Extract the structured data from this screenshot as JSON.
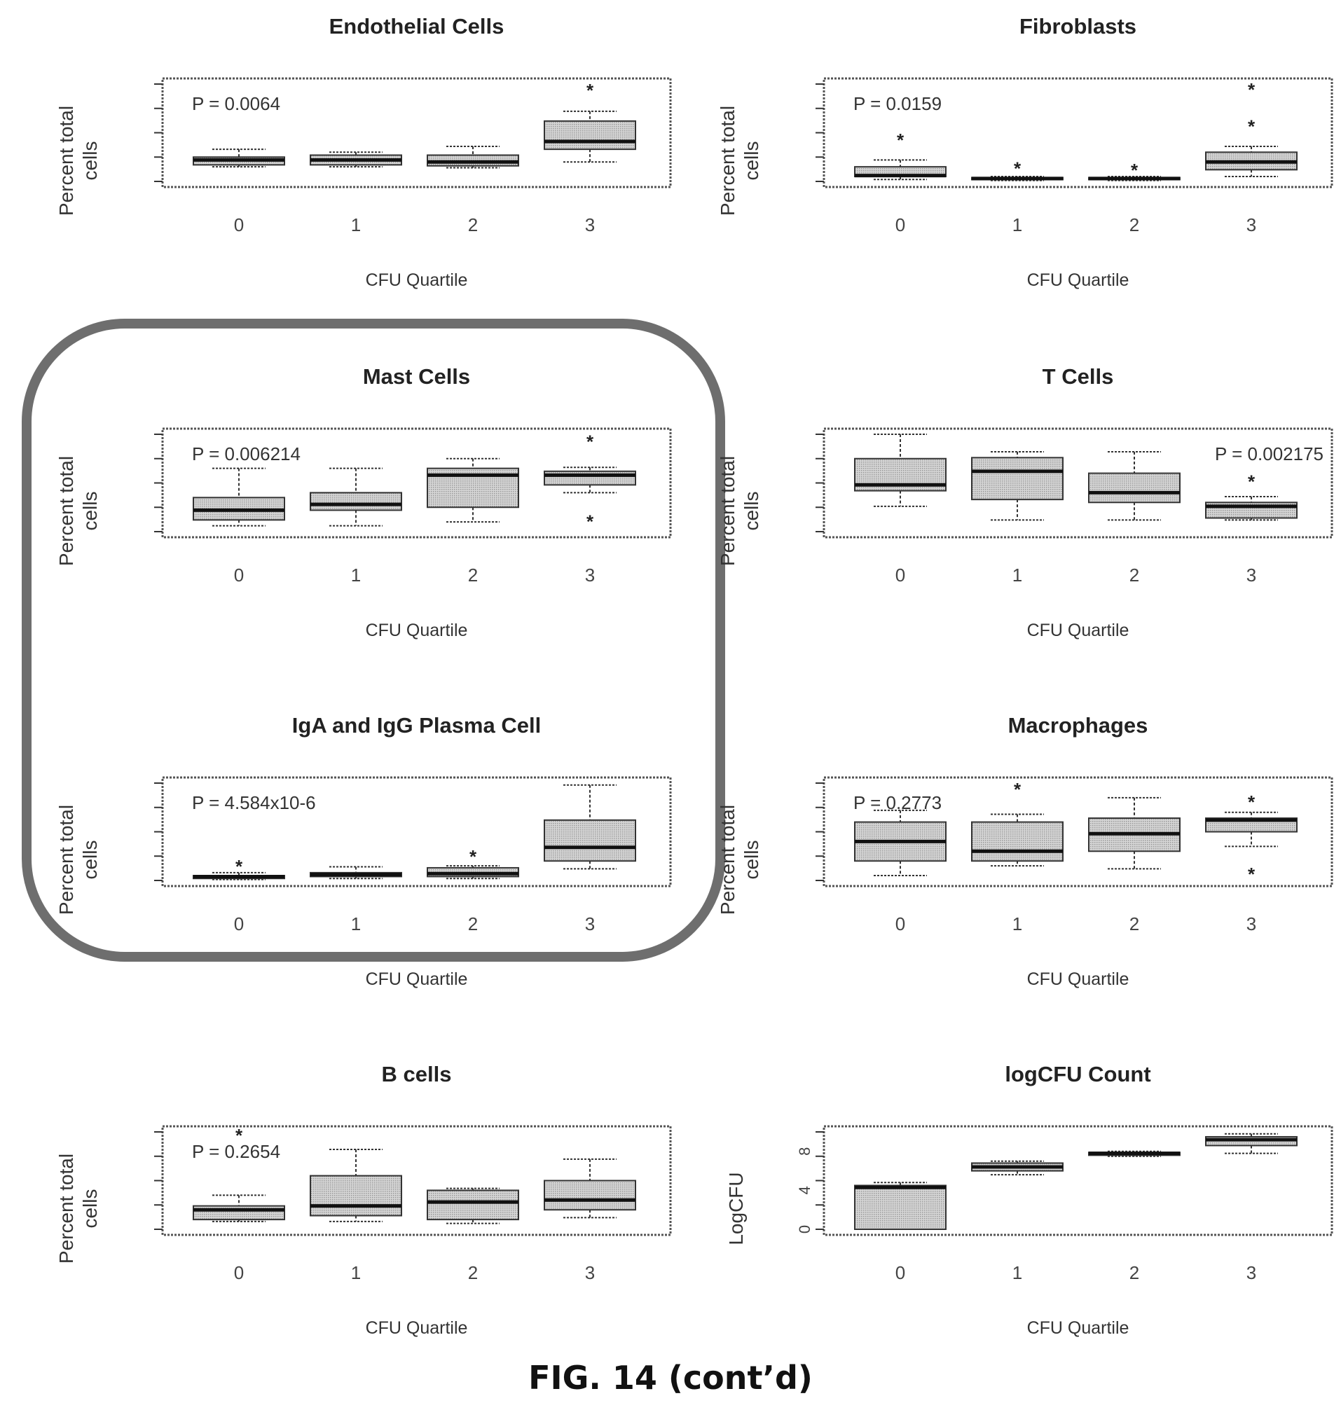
{
  "figure_caption": "FIG. 14 (cont’d)",
  "colors": {
    "box_fill": "#c8c8c8",
    "ink": "#333333",
    "frame": "#555555",
    "highlight_border": "#555555"
  },
  "chart_data": [
    {
      "type": "box",
      "title": "Endothelial Cells",
      "ylabel": [
        "Percent total",
        "cells"
      ],
      "xlabel": "CFU Quartile",
      "categories": [
        "0",
        "1",
        "2",
        "3"
      ],
      "p_value": "P = 0.0064",
      "p_value_position": "top-left",
      "ylim": [
        0,
        1
      ],
      "boxes": [
        {
          "whisker_low": 0.15,
          "q1": 0.17,
          "median": 0.22,
          "q3": 0.25,
          "whisker_high": 0.33,
          "outliers": []
        },
        {
          "whisker_low": 0.15,
          "q1": 0.17,
          "median": 0.22,
          "q3": 0.27,
          "whisker_high": 0.3,
          "outliers": []
        },
        {
          "whisker_low": 0.14,
          "q1": 0.16,
          "median": 0.2,
          "q3": 0.27,
          "whisker_high": 0.36,
          "outliers": []
        },
        {
          "whisker_low": 0.2,
          "q1": 0.33,
          "median": 0.41,
          "q3": 0.62,
          "whisker_high": 0.72,
          "outliers": [
            0.97
          ]
        }
      ]
    },
    {
      "type": "box",
      "title": "Fibroblasts",
      "ylabel": [
        "Percent total",
        "cells"
      ],
      "xlabel": "CFU Quartile",
      "categories": [
        "0",
        "1",
        "2",
        "3"
      ],
      "p_value": "P = 0.0159",
      "p_value_position": "top-left",
      "ylim": [
        0,
        1
      ],
      "boxes": [
        {
          "whisker_low": 0.02,
          "q1": 0.05,
          "median": 0.06,
          "q3": 0.15,
          "whisker_high": 0.22,
          "outliers": [
            0.46
          ]
        },
        {
          "whisker_low": 0.01,
          "q1": 0.02,
          "median": 0.03,
          "q3": 0.04,
          "whisker_high": 0.05,
          "outliers": [
            0.17
          ]
        },
        {
          "whisker_low": 0.01,
          "q1": 0.02,
          "median": 0.03,
          "q3": 0.04,
          "whisker_high": 0.05,
          "outliers": [
            0.15
          ]
        },
        {
          "whisker_low": 0.05,
          "q1": 0.12,
          "median": 0.2,
          "q3": 0.3,
          "whisker_high": 0.36,
          "outliers": [
            0.6,
            0.98
          ]
        }
      ]
    },
    {
      "type": "box",
      "title": "Mast Cells",
      "ylabel": [
        "Percent total",
        "cells"
      ],
      "xlabel": "CFU Quartile",
      "categories": [
        "0",
        "1",
        "2",
        "3"
      ],
      "p_value": "P = 0.006214",
      "p_value_position": "top-left",
      "ylim": [
        0,
        1
      ],
      "boxes": [
        {
          "whisker_low": 0.06,
          "q1": 0.12,
          "median": 0.22,
          "q3": 0.35,
          "whisker_high": 0.65,
          "outliers": []
        },
        {
          "whisker_low": 0.06,
          "q1": 0.22,
          "median": 0.28,
          "q3": 0.4,
          "whisker_high": 0.65,
          "outliers": []
        },
        {
          "whisker_low": 0.1,
          "q1": 0.25,
          "median": 0.58,
          "q3": 0.65,
          "whisker_high": 0.75,
          "outliers": []
        },
        {
          "whisker_low": 0.4,
          "q1": 0.48,
          "median": 0.58,
          "q3": 0.62,
          "whisker_high": 0.66,
          "outliers": [
            0.96,
            0.14
          ]
        }
      ]
    },
    {
      "type": "box",
      "title": "T Cells",
      "ylabel": [
        "Percent total",
        "cells"
      ],
      "xlabel": "CFU Quartile",
      "categories": [
        "0",
        "1",
        "2",
        "3"
      ],
      "p_value": "P = 0.002175",
      "p_value_position": "top-right",
      "ylim": [
        0,
        1
      ],
      "boxes": [
        {
          "whisker_low": 0.26,
          "q1": 0.42,
          "median": 0.48,
          "q3": 0.75,
          "whisker_high": 1.0,
          "outliers": []
        },
        {
          "whisker_low": 0.12,
          "q1": 0.33,
          "median": 0.62,
          "q3": 0.76,
          "whisker_high": 0.82,
          "outliers": []
        },
        {
          "whisker_low": 0.12,
          "q1": 0.3,
          "median": 0.4,
          "q3": 0.6,
          "whisker_high": 0.82,
          "outliers": []
        },
        {
          "whisker_low": 0.12,
          "q1": 0.14,
          "median": 0.26,
          "q3": 0.3,
          "whisker_high": 0.36,
          "outliers": [
            0.55
          ]
        }
      ]
    },
    {
      "type": "box",
      "title": "IgA  and IgG Plasma Cell",
      "ylabel": [
        "Percent total",
        "cells"
      ],
      "xlabel": "CFU Quartile",
      "categories": [
        "0",
        "1",
        "2",
        "3"
      ],
      "p_value": "P = 4.584x10-6",
      "p_value_position": "top-left",
      "ylim": [
        0,
        1
      ],
      "boxes": [
        {
          "whisker_low": 0.01,
          "q1": 0.02,
          "median": 0.04,
          "q3": 0.05,
          "whisker_high": 0.08,
          "outliers": [
            0.18
          ]
        },
        {
          "whisker_low": 0.02,
          "q1": 0.04,
          "median": 0.06,
          "q3": 0.08,
          "whisker_high": 0.14,
          "outliers": []
        },
        {
          "whisker_low": 0.02,
          "q1": 0.04,
          "median": 0.07,
          "q3": 0.13,
          "whisker_high": 0.15,
          "outliers": [
            0.28
          ]
        },
        {
          "whisker_low": 0.12,
          "q1": 0.2,
          "median": 0.34,
          "q3": 0.62,
          "whisker_high": 0.98,
          "outliers": []
        }
      ]
    },
    {
      "type": "box",
      "title": "Macrophages",
      "ylabel": [
        "Percent total",
        "cells"
      ],
      "xlabel": "CFU Quartile",
      "categories": [
        "0",
        "1",
        "2",
        "3"
      ],
      "p_value": "P = 0.2773",
      "p_value_position": "top-left",
      "ylim": [
        0,
        1
      ],
      "boxes": [
        {
          "whisker_low": 0.05,
          "q1": 0.2,
          "median": 0.4,
          "q3": 0.6,
          "whisker_high": 0.72,
          "outliers": []
        },
        {
          "whisker_low": 0.15,
          "q1": 0.2,
          "median": 0.3,
          "q3": 0.6,
          "whisker_high": 0.68,
          "outliers": [
            0.97
          ]
        },
        {
          "whisker_low": 0.12,
          "q1": 0.3,
          "median": 0.48,
          "q3": 0.64,
          "whisker_high": 0.85,
          "outliers": []
        },
        {
          "whisker_low": 0.35,
          "q1": 0.5,
          "median": 0.62,
          "q3": 0.64,
          "whisker_high": 0.7,
          "outliers": [
            0.84,
            0.1
          ]
        }
      ]
    },
    {
      "type": "box",
      "title": "B cells",
      "ylabel": [
        "Percent total",
        "cells"
      ],
      "xlabel": "CFU Quartile",
      "categories": [
        "0",
        "1",
        "2",
        "3"
      ],
      "p_value": "P = 0.2654",
      "p_value_position": "top-left",
      "ylim": [
        0,
        1
      ],
      "boxes": [
        {
          "whisker_low": 0.08,
          "q1": 0.1,
          "median": 0.2,
          "q3": 0.24,
          "whisker_high": 0.35,
          "outliers": [
            1.0
          ]
        },
        {
          "whisker_low": 0.08,
          "q1": 0.14,
          "median": 0.24,
          "q3": 0.55,
          "whisker_high": 0.82,
          "outliers": []
        },
        {
          "whisker_low": 0.06,
          "q1": 0.1,
          "median": 0.28,
          "q3": 0.4,
          "whisker_high": 0.42,
          "outliers": []
        },
        {
          "whisker_low": 0.12,
          "q1": 0.2,
          "median": 0.3,
          "q3": 0.5,
          "whisker_high": 0.72,
          "outliers": []
        }
      ]
    },
    {
      "type": "box",
      "title": "logCFU Count",
      "ylabel": [
        "LogCFU"
      ],
      "xlabel": "CFU Quartile",
      "categories": [
        "0",
        "1",
        "2",
        "3"
      ],
      "p_value": "",
      "ytick_labels": [
        "0",
        "4",
        "8"
      ],
      "ylim": [
        0,
        10
      ],
      "boxes": [
        {
          "whisker_low": 0.0,
          "q1": 0.0,
          "median": 4.3,
          "q3": 4.5,
          "whisker_high": 4.8,
          "outliers": []
        },
        {
          "whisker_low": 5.6,
          "q1": 6.0,
          "median": 6.4,
          "q3": 6.8,
          "whisker_high": 7.0,
          "outliers": []
        },
        {
          "whisker_low": 7.5,
          "q1": 7.6,
          "median": 7.8,
          "q3": 7.9,
          "whisker_high": 8.0,
          "outliers": []
        },
        {
          "whisker_low": 7.8,
          "q1": 8.6,
          "median": 9.2,
          "q3": 9.5,
          "whisker_high": 9.8,
          "outliers": []
        }
      ]
    }
  ]
}
